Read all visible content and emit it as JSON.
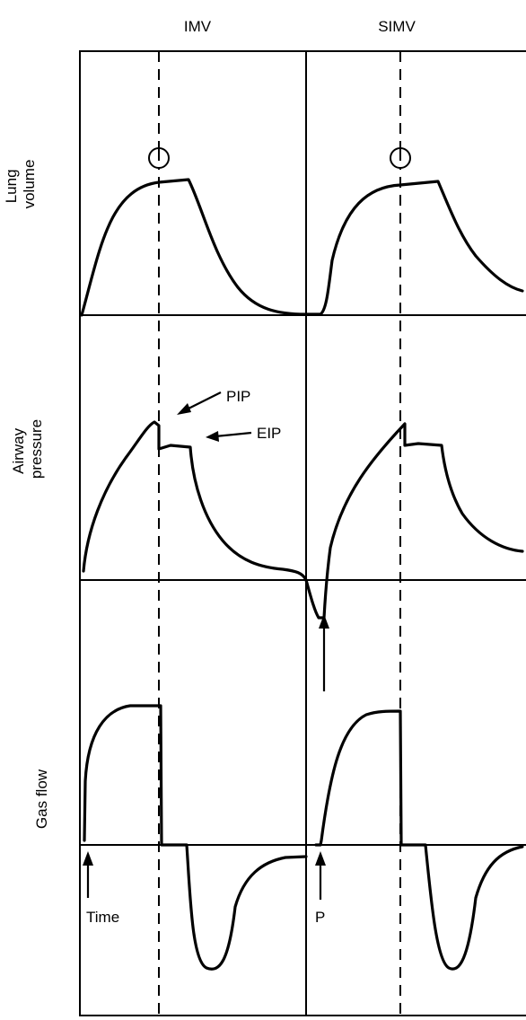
{
  "columns": {
    "left": "IMV",
    "right": "SIMV"
  },
  "rows": {
    "lung_volume": [
      "Lung",
      "volume"
    ],
    "airway_pressure": [
      "Airway",
      "pressure"
    ],
    "gas_flow": "Gas flow"
  },
  "annotations": {
    "pip": "PIP",
    "eip": "EIP",
    "time": "Time",
    "p": "P"
  },
  "icons": [
    "timer-icon",
    "up-arrow-icon",
    "left-arrow-icon"
  ]
}
